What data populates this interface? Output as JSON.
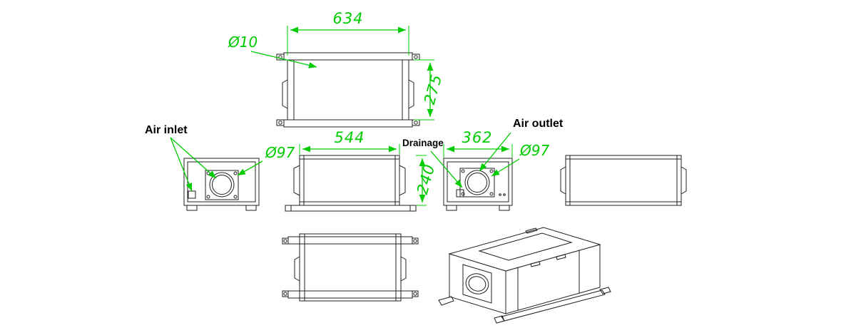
{
  "colors": {
    "background": "#ffffff",
    "linework": "#1f1f1f",
    "dimension_green": "#00cc00",
    "label_black": "#000000"
  },
  "labels": {
    "air_inlet": "Air inlet",
    "air_outlet": "Air outlet",
    "drainage": "Drainage"
  },
  "dimensions": {
    "top_overall_length": "634",
    "mounting_hole_diameter": "Ø10",
    "top_overall_depth": "275",
    "front_body_length": "544",
    "outlet_end_length": "362",
    "body_height": "240",
    "inlet_duct_diameter": "Ø97",
    "outlet_duct_diameter": "Ø97"
  }
}
